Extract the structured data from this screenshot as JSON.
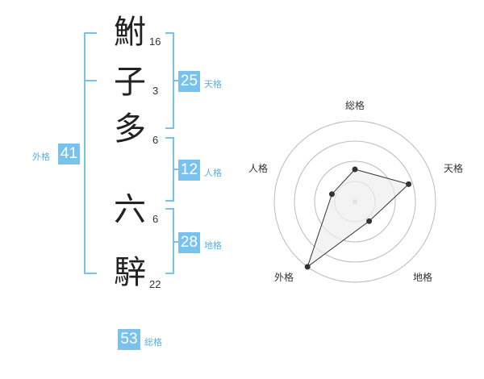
{
  "name_chars": [
    {
      "char": "鮒",
      "strokes": "16"
    },
    {
      "char": "子",
      "strokes": "3"
    },
    {
      "char": "多",
      "strokes": "6"
    },
    {
      "char": "六",
      "strokes": "6"
    },
    {
      "char": "騂",
      "strokes": "22"
    }
  ],
  "fortunes": {
    "tenkaku": {
      "value": "25",
      "label": "天格"
    },
    "jinkaku": {
      "value": "12",
      "label": "人格"
    },
    "chikaku": {
      "value": "28",
      "label": "地格"
    },
    "gaikaku": {
      "value": "41",
      "label": "外格"
    },
    "soukaku": {
      "value": "53",
      "label": "総格"
    }
  },
  "radar": {
    "axes": [
      "総格",
      "天格",
      "地格",
      "外格",
      "人格"
    ],
    "levels": [
      0.4,
      0.7,
      0.3,
      1.0,
      0.3
    ],
    "colors": {
      "fill": "#eeeeee",
      "line": "#333333",
      "rings": "#bbbbbb",
      "accent": "#7ac2ee"
    }
  }
}
